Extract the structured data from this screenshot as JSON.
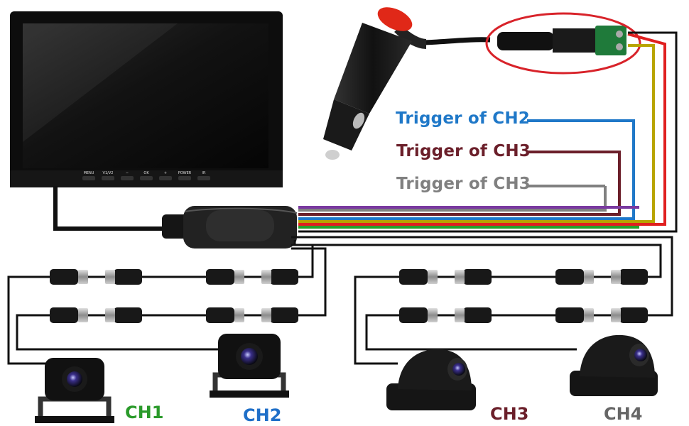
{
  "labels": {
    "trigger_ch2": "Trigger of CH2",
    "trigger_ch3_a": "Trigger of CH3",
    "trigger_ch3_b": "Trigger of CH3",
    "ch1": "CH1",
    "ch2": "CH2",
    "ch3": "CH3",
    "ch4": "CH4"
  },
  "monitor_buttons": [
    "MENU",
    "V1/V2",
    "−",
    "OK",
    "+",
    "POWER",
    "IR"
  ],
  "colors": {
    "trigger_ch2": "#1f78c8",
    "trigger_ch3_a": "#6b1f2a",
    "trigger_ch3_b": "#808080",
    "ch1": "#2a9a2a",
    "ch2": "#1f6fc8",
    "ch3": "#6b1f2a",
    "ch4": "#666666",
    "wire_red": "#e02020",
    "wire_yellow": "#b8a400",
    "wire_green": "#27a02a",
    "wire_purple": "#7a3aa0",
    "highlight_ellipse": "#d8232a"
  },
  "icons": [
    "car-monitor-icon",
    "cigarette-lighter-plug-icon",
    "dc-power-connector-icon",
    "aviation-connector-icon",
    "backup-camera-icon",
    "side-camera-icon"
  ]
}
